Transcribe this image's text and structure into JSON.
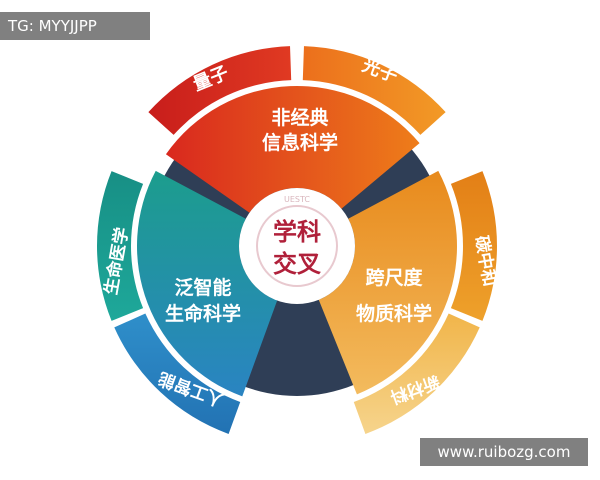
{
  "watermark_top": "TG: MYYJJPP",
  "watermark_bottom": "www.ruibozg.com",
  "center": {
    "line1": "学科",
    "line2": "交叉",
    "seal_text": "UESTC"
  },
  "sectors": {
    "top": {
      "line1": "非经典",
      "line2": "信息科学"
    },
    "left": {
      "line1": "泛智能",
      "line2": "生命科学"
    },
    "right": {
      "line1": "跨尺度",
      "line2": "物质科学"
    }
  },
  "outer": {
    "top_left": "量子",
    "top_right": "光子",
    "left_upper": "生命医学",
    "left_lower": "人工智能",
    "right_upper": "碳中和",
    "right_lower": "新材料"
  },
  "colors": {
    "red": "#d92a1f",
    "orange": "#ef8a1a",
    "teal": "#1a9a95",
    "blue": "#2e8bc4",
    "navy": "#2f3e56",
    "amber": "#f0a02c",
    "sand": "#f3c068"
  }
}
